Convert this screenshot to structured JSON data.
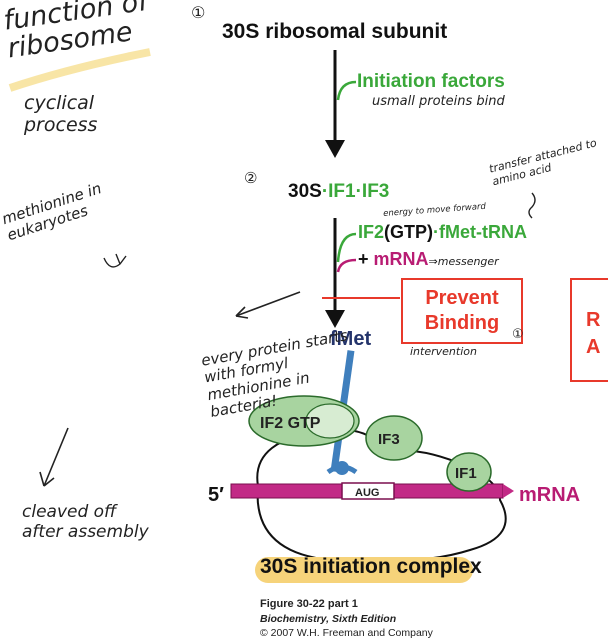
{
  "diagram": {
    "title": "30S ribosomal subunit",
    "step_markers": {
      "first": "①",
      "second": "②",
      "third": "①"
    },
    "initiation_factors": "Initiation factors",
    "initiation_factors_note": "usmall proteins bind",
    "complex_30s": "30S",
    "complex_dot": "·",
    "complex_if1": "IF1",
    "complex_if3": "IF3",
    "line_if2": "IF2",
    "line_gtp": "(GTP)",
    "line_fmet_trna": "fMet-tRNA",
    "line_plus": "+ ",
    "line_mrna": "mRNA",
    "mrna_note": "⇒messenger",
    "energy_note": "energy to move forward",
    "transfer_note": "transfer attached to amino acid",
    "prevent_box": "Prevent Binding",
    "right_box": "RA",
    "right_box_letters": [
      "R",
      "A"
    ],
    "intervention_note": "intervention",
    "fmet_label": "fMet",
    "five_prime": "5′",
    "mrna_label": "mRNA",
    "if2gtp": "IF2 GTP",
    "if3": "IF3",
    "if1": "IF1",
    "aug": "AUG",
    "footer": "30S initiation complex"
  },
  "notes": {
    "function_of_ribosome": "function of ribosome",
    "cyclical_process": "cyclical process",
    "methionine": "methionine in eukaryotes",
    "every_protein": "every protein starts with formyl methionine in bacteria!",
    "cleaved": "cleaved off after assembly"
  },
  "caption": {
    "figure": "Figure 30-22 part 1",
    "book": "Biochemistry, Sixth Edition",
    "copyright": "© 2007 W.H. Freeman and Company"
  },
  "colors": {
    "green": "#3aa83a",
    "magenta": "#b81c73",
    "navy": "#24346b",
    "red": "#e8392b",
    "highlight": "#f6d37a"
  }
}
